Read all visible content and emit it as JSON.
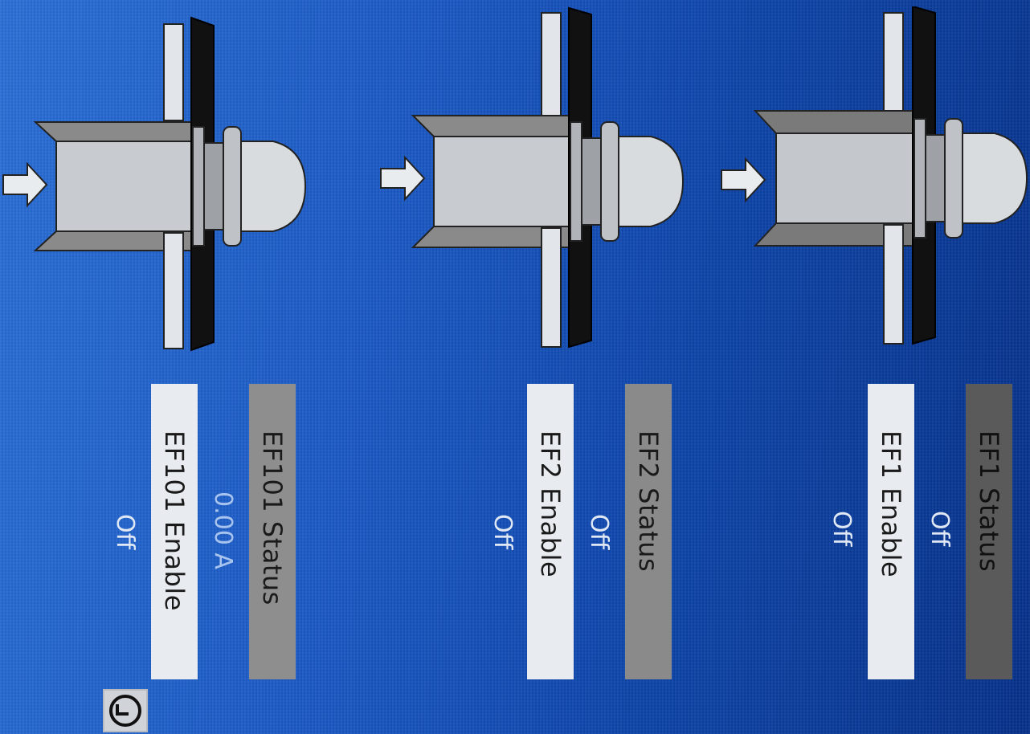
{
  "fans": [
    {
      "id": "EF101",
      "status_label": "EF101 Status",
      "enable_label": "EF101 Enable",
      "current": "0.00 A",
      "enable_value": "Off"
    },
    {
      "id": "EF2",
      "status_label": "EF2 Status",
      "enable_label": "EF2 Enable",
      "status_value": "Off",
      "enable_value": "Off"
    },
    {
      "id": "EF1",
      "status_label": "EF1 Status",
      "enable_label": "EF1 Enable",
      "status_value": "Off",
      "enable_value": "Off"
    }
  ],
  "icons": {
    "fan": "exhaust-fan-icon",
    "airflow": "airflow-arrow-icon",
    "clock": "clock-icon"
  },
  "colors": {
    "background": "#1a58c4",
    "status_bar": "#8c8c8c",
    "status_bar_dark": "#5a5a5a",
    "enable_bar": "#e8ecf0",
    "value_text": "#dfe8f4"
  }
}
